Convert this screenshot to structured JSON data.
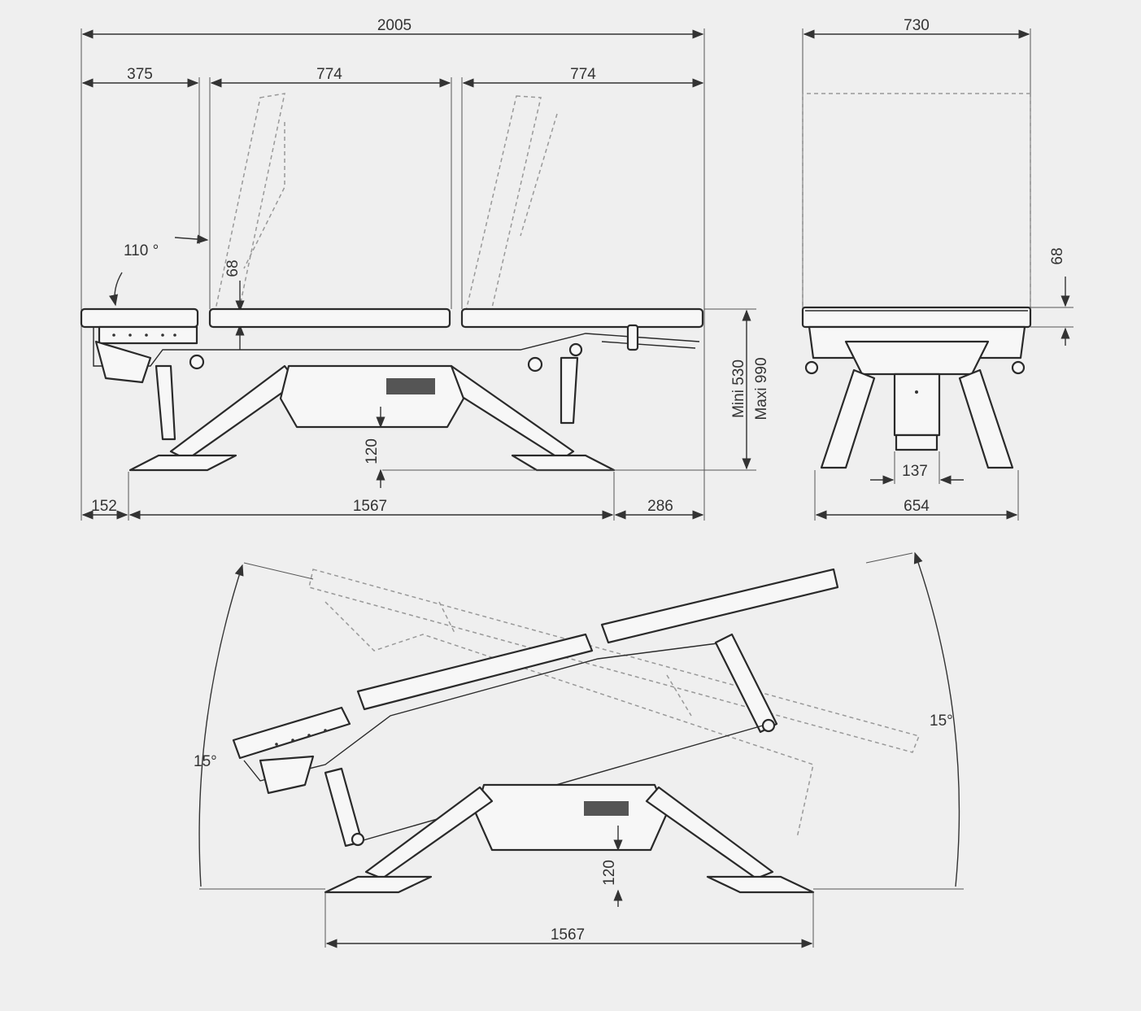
{
  "side_view": {
    "overall_length": "2005",
    "head_section": "375",
    "middle_section": "774",
    "foot_section": "774",
    "head_angle": "110 °",
    "cushion_thickness": "68",
    "height_min": "Mini 530",
    "height_max": "Maxi 990",
    "base_clearance": "120",
    "front_overhang": "152",
    "base_length": "1567",
    "rear_overhang": "286"
  },
  "end_view": {
    "width": "730",
    "cushion_thickness": "68",
    "column_width": "137",
    "base_width": "654"
  },
  "tilt_view": {
    "tilt_angle_left": "15°",
    "tilt_angle_right": "15°",
    "base_clearance": "120",
    "base_length": "1567"
  }
}
